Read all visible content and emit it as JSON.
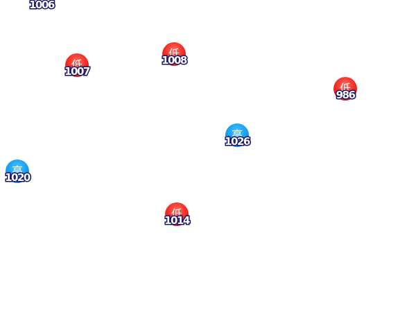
{
  "pressure_centers": [
    {
      "id": "top-left-partial",
      "type": "low",
      "symbol": "",
      "value": "1006"
    },
    {
      "id": "l1",
      "type": "low",
      "symbol": "低",
      "value": "1007"
    },
    {
      "id": "l2",
      "type": "low",
      "symbol": "低",
      "value": "1008"
    },
    {
      "id": "l3",
      "type": "low",
      "symbol": "低",
      "value": "986"
    },
    {
      "id": "h1",
      "type": "high",
      "symbol": "高",
      "value": "1026"
    },
    {
      "id": "h2",
      "type": "high",
      "symbol": "高",
      "value": "1020"
    },
    {
      "id": "l4",
      "type": "low",
      "symbol": "低",
      "value": "1014"
    }
  ],
  "colors": {
    "low": "#f0261c",
    "high": "#139af0",
    "label_outline": "#14146e",
    "background": "#ffffff"
  }
}
